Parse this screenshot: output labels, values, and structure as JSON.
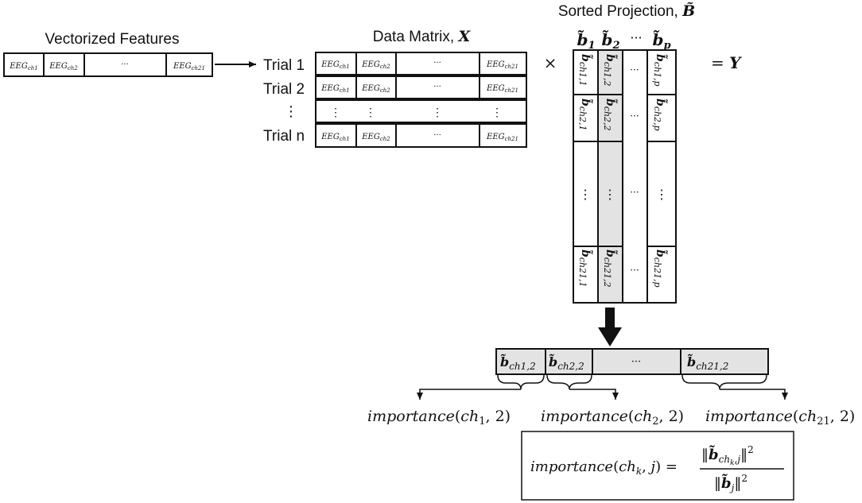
{
  "labels": {
    "vectorized_features": "Vectorized Features",
    "data_matrix": "Data Matrix, ",
    "data_matrix_symbol": "X",
    "sorted_projection": "Sorted Projection, ",
    "sorted_projection_symbol": "B̃",
    "multiply": "×",
    "equals": "= ",
    "result_symbol": "Y"
  },
  "feature_vector": {
    "eeg": "EEG",
    "sub_ch1": "ch1",
    "sub_ch2": "ch2",
    "sub_ch21": "ch21",
    "ellipsis": "···"
  },
  "trials": {
    "trial1": "Trial 1",
    "trial2": "Trial 2",
    "vdots": "⋮",
    "trialn": "Trial n"
  },
  "projection": {
    "b": "b̃",
    "col1_sub": "1",
    "col2_sub": "2",
    "colp_sub": "p",
    "hdots": "···",
    "vdots": "⋮",
    "cells": {
      "r1c1": "ch1,1",
      "r1c2": "ch1,2",
      "r1cp": "ch1,p",
      "r2c1": "ch2,1",
      "r2c2": "ch2,2",
      "r2cp": "ch2,p",
      "r3c1": "ch21,1",
      "r3c2": "ch21,2",
      "r3cp": "ch21,p"
    }
  },
  "selected_column": {
    "b": "b̃",
    "sub1": "ch1,2",
    "sub2": "ch2,2",
    "ellipsis": "···",
    "sub3": "ch21,2"
  },
  "importance": {
    "word": "importance",
    "arg_ch": "ch",
    "sub1": "1",
    "sub2": "2",
    "sub3": "21",
    "arg_j": "2"
  },
  "formula": {
    "lhs_word": "importance",
    "lhs_ch": "ch",
    "lhs_k": "k",
    "lhs_j": "j",
    "eq": "=",
    "norm": "‖",
    "b": "b̃",
    "num_sub": "ch",
    "num_sub_k": "k",
    "num_sub_j": ",j",
    "den_sub": "j",
    "sq": "2"
  }
}
